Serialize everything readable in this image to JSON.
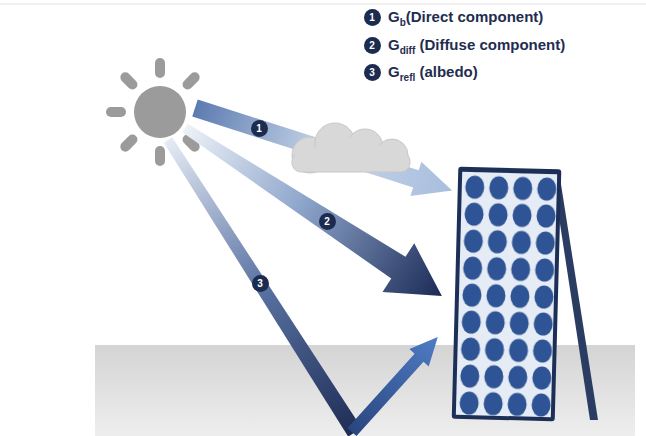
{
  "diagram": {
    "labels": [
      "1",
      "2",
      "3",
      "1",
      "2",
      "3"
    ],
    "legend": [
      {
        "text": "Gb(Direct component)"
      },
      {
        "text": "Gdiff (Diffuse component)"
      },
      {
        "text": "Grefl (albedo)"
      }
    ]
  }
}
